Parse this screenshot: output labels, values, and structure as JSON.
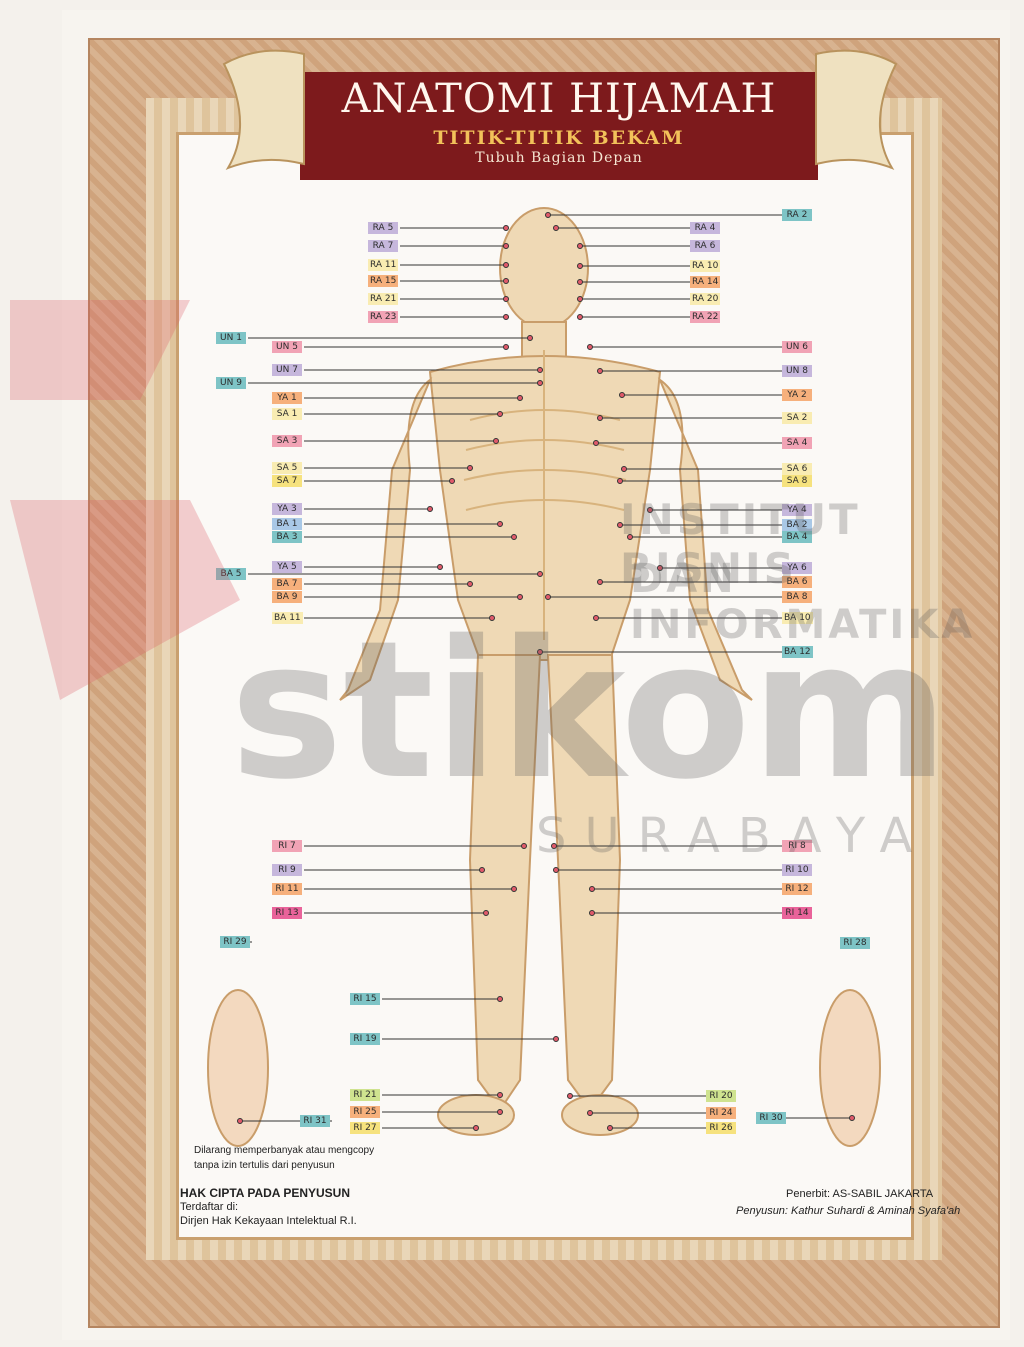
{
  "header": {
    "title": "ANATOMI HIJAMAH",
    "subtitle": "TITIK-TITIK BEKAM",
    "subtitle2": "Tubuh Bagian Depan"
  },
  "watermark": {
    "line1": "INSTITUT BISNIS",
    "line2": "DAN INFORMATIKA",
    "brand": "stikom",
    "city": "SURABAYA"
  },
  "colors": {
    "banner": "#7d1a1c",
    "title": "#fff7ee",
    "subtitle": "#f2c25a",
    "frame": "#d8b390",
    "purple": "#c6b7dc",
    "teal": "#7ec4c6",
    "pink": "#f1a3b5",
    "yellow": "#f6e27e",
    "orange": "#f6b07c",
    "lightyellow": "#f9ecb2",
    "blue": "#a9c8e6",
    "green": "#cfe38f",
    "magenta": "#e9639a"
  },
  "points": {
    "left": [
      {
        "label": "RA 5",
        "color": "purple"
      },
      {
        "label": "RA 7",
        "color": "purple"
      },
      {
        "label": "RA 11",
        "color": "lightyellow"
      },
      {
        "label": "RA 15",
        "color": "orange"
      },
      {
        "label": "RA 21",
        "color": "lightyellow"
      },
      {
        "label": "RA 23",
        "color": "pink"
      },
      {
        "label": "UN 1",
        "color": "teal"
      },
      {
        "label": "UN 5",
        "color": "pink"
      },
      {
        "label": "UN 7",
        "color": "purple"
      },
      {
        "label": "UN 9",
        "color": "teal"
      },
      {
        "label": "YA 1",
        "color": "orange"
      },
      {
        "label": "SA 1",
        "color": "lightyellow"
      },
      {
        "label": "SA 3",
        "color": "pink"
      },
      {
        "label": "SA 5",
        "color": "lightyellow"
      },
      {
        "label": "SA 7",
        "color": "yellow"
      },
      {
        "label": "YA 3",
        "color": "purple"
      },
      {
        "label": "BA 1",
        "color": "blue"
      },
      {
        "label": "BA 3",
        "color": "teal"
      },
      {
        "label": "BA 5",
        "color": "teal"
      },
      {
        "label": "YA 5",
        "color": "purple"
      },
      {
        "label": "BA 7",
        "color": "orange"
      },
      {
        "label": "BA 9",
        "color": "orange"
      },
      {
        "label": "BA 11",
        "color": "lightyellow"
      },
      {
        "label": "RI 7",
        "color": "pink"
      },
      {
        "label": "RI 9",
        "color": "purple"
      },
      {
        "label": "RI 11",
        "color": "orange"
      },
      {
        "label": "RI 13",
        "color": "magenta"
      },
      {
        "label": "RI 29",
        "color": "teal"
      },
      {
        "label": "RI 15",
        "color": "teal"
      },
      {
        "label": "RI 19",
        "color": "teal"
      },
      {
        "label": "RI 31",
        "color": "teal"
      },
      {
        "label": "RI 21",
        "color": "green"
      },
      {
        "label": "RI 25",
        "color": "orange"
      },
      {
        "label": "RI 27",
        "color": "yellow"
      }
    ],
    "right": [
      {
        "label": "RA 2",
        "color": "teal"
      },
      {
        "label": "RA 4",
        "color": "purple"
      },
      {
        "label": "RA 6",
        "color": "purple"
      },
      {
        "label": "RA 10",
        "color": "lightyellow"
      },
      {
        "label": "RA 14",
        "color": "orange"
      },
      {
        "label": "RA 20",
        "color": "lightyellow"
      },
      {
        "label": "RA 22",
        "color": "pink"
      },
      {
        "label": "UN 6",
        "color": "pink"
      },
      {
        "label": "UN 8",
        "color": "purple"
      },
      {
        "label": "YA 2",
        "color": "orange"
      },
      {
        "label": "SA 2",
        "color": "lightyellow"
      },
      {
        "label": "SA 4",
        "color": "pink"
      },
      {
        "label": "SA 6",
        "color": "lightyellow"
      },
      {
        "label": "SA 8",
        "color": "yellow"
      },
      {
        "label": "YA 4",
        "color": "purple"
      },
      {
        "label": "BA 2",
        "color": "blue"
      },
      {
        "label": "BA 4",
        "color": "teal"
      },
      {
        "label": "YA 6",
        "color": "purple"
      },
      {
        "label": "BA 6",
        "color": "orange"
      },
      {
        "label": "BA 8",
        "color": "orange"
      },
      {
        "label": "BA 10",
        "color": "lightyellow"
      },
      {
        "label": "BA 12",
        "color": "teal"
      },
      {
        "label": "RI 8",
        "color": "pink"
      },
      {
        "label": "RI 10",
        "color": "purple"
      },
      {
        "label": "RI 12",
        "color": "orange"
      },
      {
        "label": "RI 14",
        "color": "magenta"
      },
      {
        "label": "RI 28",
        "color": "teal"
      },
      {
        "label": "RI 30",
        "color": "teal"
      },
      {
        "label": "RI 20",
        "color": "green"
      },
      {
        "label": "RI 24",
        "color": "orange"
      },
      {
        "label": "RI 26",
        "color": "yellow"
      }
    ]
  },
  "footer": {
    "notice_line1": "Dilarang memperbanyak atau mengcopy",
    "notice_line2": "tanpa izin tertulis dari penyusun",
    "copyright": "HAK CIPTA PADA PENYUSUN",
    "registered": "Terdaftar di:",
    "registrar": "Dirjen Hak Kekayaan Intelektual R.I.",
    "publisher": "Penerbit: AS-SABIL JAKARTA",
    "authors": "Penyusun: Kathur Suhardi & Aminah Syafa'ah"
  }
}
